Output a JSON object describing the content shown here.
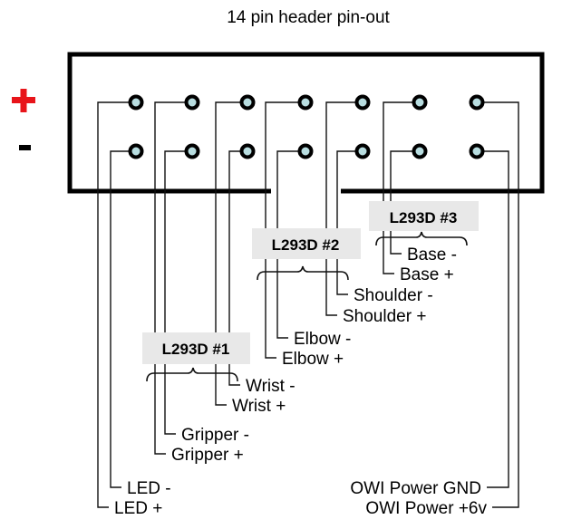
{
  "title": "14 pin header pin-out",
  "row_labels": {
    "top": "+",
    "bottom": "-"
  },
  "colors": {
    "plus": "#e8141a",
    "pin_fill": "#b8dde0",
    "chip_label_bg": "#e8e8e8"
  },
  "pins": {
    "columns": 7,
    "rows": [
      "+",
      "-"
    ]
  },
  "drivers": [
    {
      "name": "L293D #1",
      "labels": [
        "Wrist -",
        "Wrist +"
      ]
    },
    {
      "name": "L293D #2",
      "labels": [
        "Shoulder -",
        "Shoulder +"
      ]
    },
    {
      "name": "L293D #3",
      "labels": [
        "Base -",
        "Base +"
      ]
    }
  ],
  "connections": [
    {
      "pin_column": 1,
      "row": "+",
      "label": "LED +"
    },
    {
      "pin_column": 1,
      "row": "-",
      "label": "LED -"
    },
    {
      "pin_column": 2,
      "row": "+",
      "label": "Gripper +"
    },
    {
      "pin_column": 2,
      "row": "-",
      "label": "Gripper -"
    },
    {
      "pin_column": 3,
      "row": "+",
      "label": "Wrist +"
    },
    {
      "pin_column": 3,
      "row": "-",
      "label": "Wrist -"
    },
    {
      "pin_column": 4,
      "row": "+",
      "label": "Elbow +"
    },
    {
      "pin_column": 4,
      "row": "-",
      "label": "Elbow -"
    },
    {
      "pin_column": 5,
      "row": "+",
      "label": "Shoulder +"
    },
    {
      "pin_column": 5,
      "row": "-",
      "label": "Shoulder -"
    },
    {
      "pin_column": 6,
      "row": "+",
      "label": "Base +"
    },
    {
      "pin_column": 6,
      "row": "-",
      "label": "Base -"
    },
    {
      "pin_column": 7,
      "row": "+",
      "label": "OWI Power +6v"
    },
    {
      "pin_column": 7,
      "row": "-",
      "label": "OWI Power GND"
    }
  ],
  "chip_labels": [
    "L293D #1",
    "L293D #2",
    "L293D #3"
  ]
}
